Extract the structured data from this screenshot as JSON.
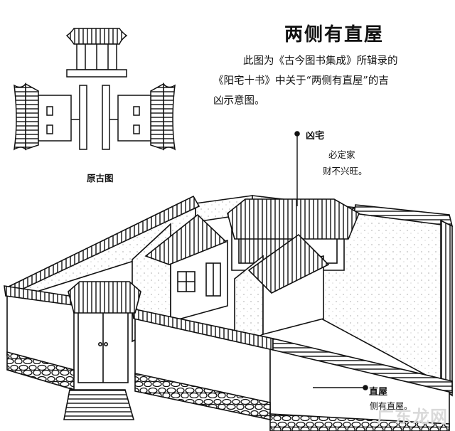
{
  "title": "两侧有直屋",
  "description": {
    "line1": "此图为《古今图书集成》所辑录的",
    "line2": "《阳宅十书》中关于“两侧有直屋”的吉",
    "line3": "凶示意图。"
  },
  "caption_original": "原古图",
  "label_inauspicious": "凶宅",
  "note_inauspicious_1": "必定家",
  "note_inauspicious_2": "财不兴旺。",
  "label_side_house": "直屋",
  "note_side_house": "侧有直屋。",
  "watermark": "广东龙网"
}
